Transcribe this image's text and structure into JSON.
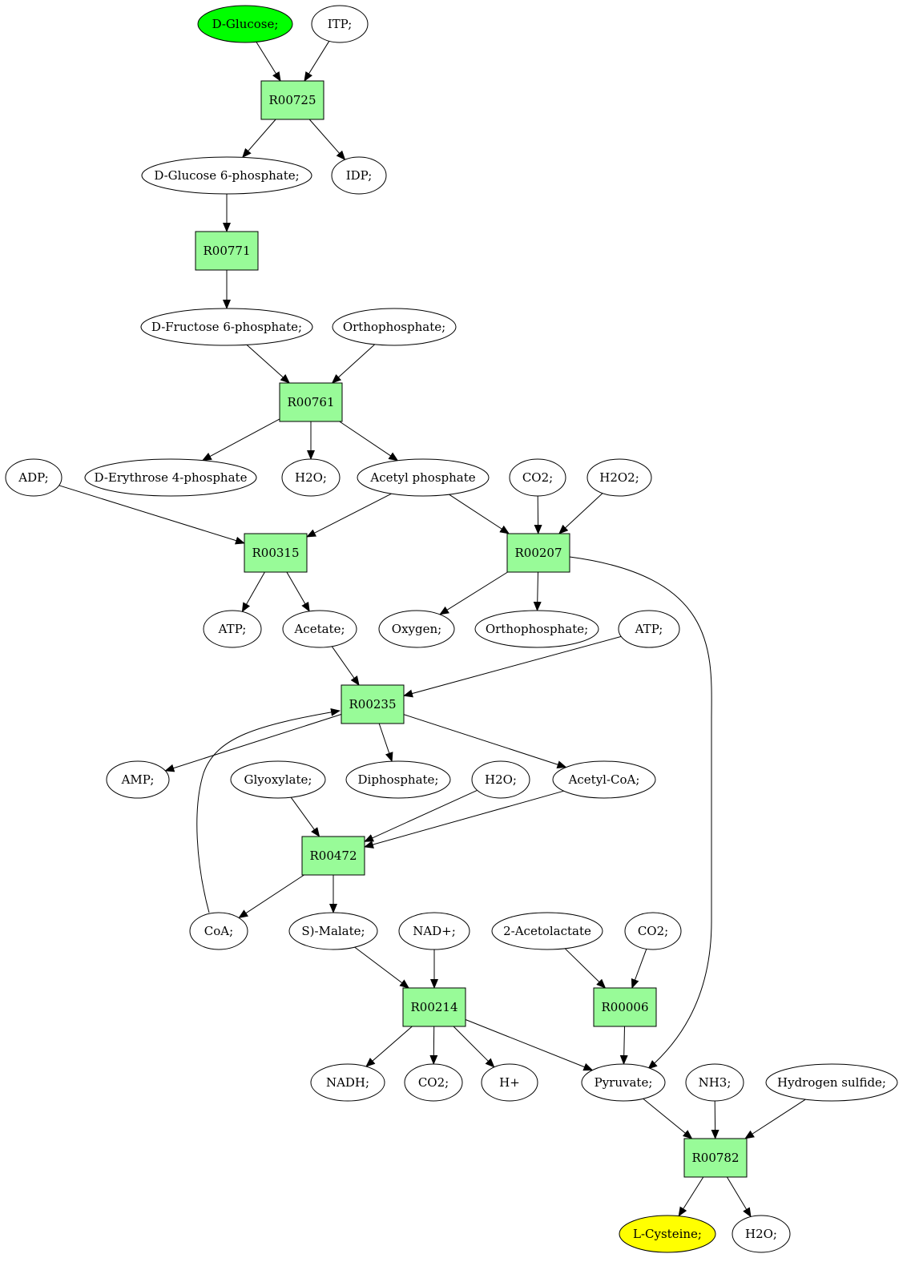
{
  "colors": {
    "reaction": "#98fb98",
    "start": "#00ff00",
    "target": "#ffff00",
    "compound": "#ffffff"
  },
  "nodes": {
    "glucose": {
      "label": "D-Glucose;",
      "kind": "start"
    },
    "itp": {
      "label": "ITP;",
      "kind": "compound"
    },
    "r00725": {
      "label": "R00725",
      "kind": "reaction"
    },
    "g6p": {
      "label": "D-Glucose 6-phosphate;",
      "kind": "compound"
    },
    "idp": {
      "label": "IDP;",
      "kind": "compound"
    },
    "r00771": {
      "label": "R00771",
      "kind": "reaction"
    },
    "f6p": {
      "label": "D-Fructose 6-phosphate;",
      "kind": "compound"
    },
    "orthophosphate1": {
      "label": "Orthophosphate;",
      "kind": "compound"
    },
    "r00761": {
      "label": "R00761",
      "kind": "reaction"
    },
    "adp": {
      "label": "ADP;",
      "kind": "compound"
    },
    "e4p": {
      "label": "D-Erythrose 4-phosphate",
      "kind": "compound"
    },
    "h2o1": {
      "label": "H2O;",
      "kind": "compound"
    },
    "acetylphosphate": {
      "label": "Acetyl phosphate",
      "kind": "compound"
    },
    "co2a": {
      "label": "CO2;",
      "kind": "compound"
    },
    "h2o2": {
      "label": "H2O2;",
      "kind": "compound"
    },
    "r00315": {
      "label": "R00315",
      "kind": "reaction"
    },
    "r00207": {
      "label": "R00207",
      "kind": "reaction"
    },
    "atp1": {
      "label": "ATP;",
      "kind": "compound"
    },
    "acetate": {
      "label": "Acetate;",
      "kind": "compound"
    },
    "oxygen": {
      "label": "Oxygen;",
      "kind": "compound"
    },
    "orthophosphate2": {
      "label": "Orthophosphate;",
      "kind": "compound"
    },
    "atp2": {
      "label": "ATP;",
      "kind": "compound"
    },
    "r00235": {
      "label": "R00235",
      "kind": "reaction"
    },
    "amp": {
      "label": "AMP;",
      "kind": "compound"
    },
    "glyoxylate": {
      "label": "Glyoxylate;",
      "kind": "compound"
    },
    "diphosphate": {
      "label": "Diphosphate;",
      "kind": "compound"
    },
    "h2o3": {
      "label": "H2O;",
      "kind": "compound"
    },
    "acetylcoa": {
      "label": "Acetyl-CoA;",
      "kind": "compound"
    },
    "r00472": {
      "label": "R00472",
      "kind": "reaction"
    },
    "coa": {
      "label": "CoA;",
      "kind": "compound"
    },
    "malate": {
      "label": "S)-Malate;",
      "kind": "compound"
    },
    "nad": {
      "label": "NAD+;",
      "kind": "compound"
    },
    "acetolactate": {
      "label": "2-Acetolactate",
      "kind": "compound"
    },
    "co2b": {
      "label": "CO2;",
      "kind": "compound"
    },
    "r00214": {
      "label": "R00214",
      "kind": "reaction"
    },
    "r00006": {
      "label": "R00006",
      "kind": "reaction"
    },
    "nadh": {
      "label": "NADH;",
      "kind": "compound"
    },
    "co2c": {
      "label": "CO2;",
      "kind": "compound"
    },
    "hplus": {
      "label": "H+",
      "kind": "compound"
    },
    "pyruvate": {
      "label": "Pyruvate;",
      "kind": "compound"
    },
    "nh3": {
      "label": "NH3;",
      "kind": "compound"
    },
    "h2s": {
      "label": "Hydrogen sulfide;",
      "kind": "compound"
    },
    "r00782": {
      "label": "R00782",
      "kind": "reaction"
    },
    "cysteine": {
      "label": "L-Cysteine;",
      "kind": "target"
    },
    "h2o4": {
      "label": "H2O;",
      "kind": "compound"
    }
  },
  "edges": [
    [
      "glucose",
      "r00725"
    ],
    [
      "itp",
      "r00725"
    ],
    [
      "r00725",
      "g6p"
    ],
    [
      "r00725",
      "idp"
    ],
    [
      "g6p",
      "r00771"
    ],
    [
      "r00771",
      "f6p"
    ],
    [
      "f6p",
      "r00761"
    ],
    [
      "orthophosphate1",
      "r00761"
    ],
    [
      "r00761",
      "e4p"
    ],
    [
      "r00761",
      "h2o1"
    ],
    [
      "r00761",
      "acetylphosphate"
    ],
    [
      "adp",
      "r00315"
    ],
    [
      "acetylphosphate",
      "r00315"
    ],
    [
      "acetylphosphate",
      "r00207"
    ],
    [
      "co2a",
      "r00207"
    ],
    [
      "h2o2",
      "r00207"
    ],
    [
      "r00315",
      "atp1"
    ],
    [
      "r00315",
      "acetate"
    ],
    [
      "r00207",
      "oxygen"
    ],
    [
      "r00207",
      "orthophosphate2"
    ],
    [
      "r00207",
      "pyruvate"
    ],
    [
      "acetate",
      "r00235"
    ],
    [
      "atp2",
      "r00235"
    ],
    [
      "coa",
      "r00235"
    ],
    [
      "r00235",
      "amp"
    ],
    [
      "r00235",
      "diphosphate"
    ],
    [
      "r00235",
      "acetylcoa"
    ],
    [
      "glyoxylate",
      "r00472"
    ],
    [
      "h2o3",
      "r00472"
    ],
    [
      "acetylcoa",
      "r00472"
    ],
    [
      "r00472",
      "coa"
    ],
    [
      "r00472",
      "malate"
    ],
    [
      "malate",
      "r00214"
    ],
    [
      "nad",
      "r00214"
    ],
    [
      "acetolactate",
      "r00006"
    ],
    [
      "co2b",
      "r00006"
    ],
    [
      "r00214",
      "nadh"
    ],
    [
      "r00214",
      "co2c"
    ],
    [
      "r00214",
      "hplus"
    ],
    [
      "r00214",
      "pyruvate"
    ],
    [
      "r00006",
      "pyruvate"
    ],
    [
      "pyruvate",
      "r00782"
    ],
    [
      "nh3",
      "r00782"
    ],
    [
      "h2s",
      "r00782"
    ],
    [
      "r00782",
      "cysteine"
    ],
    [
      "r00782",
      "h2o4"
    ]
  ]
}
